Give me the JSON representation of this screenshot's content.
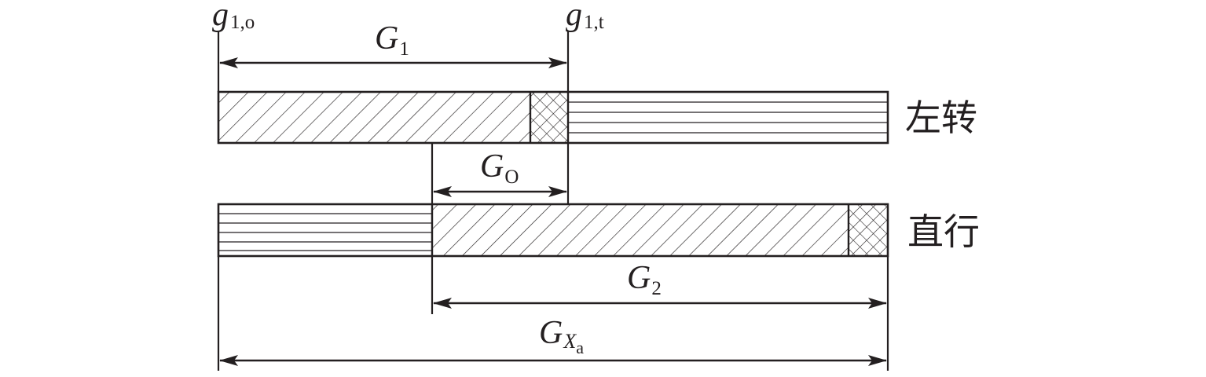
{
  "labels": {
    "g1o": {
      "main": "g",
      "sub": "1,o"
    },
    "g1t": {
      "main": "g",
      "sub": "1,t"
    },
    "G1": {
      "main": "G",
      "sub": "1"
    },
    "GO": {
      "main": "G",
      "sub": "O"
    },
    "G2": {
      "main": "G",
      "sub": "2"
    },
    "GXa": {
      "main": "G",
      "sub": "X",
      "subsub": "a"
    }
  },
  "phases": {
    "left_turn": "左转",
    "through": "直行"
  },
  "colors": {
    "stroke": "#231f20",
    "background": "#ffffff"
  }
}
